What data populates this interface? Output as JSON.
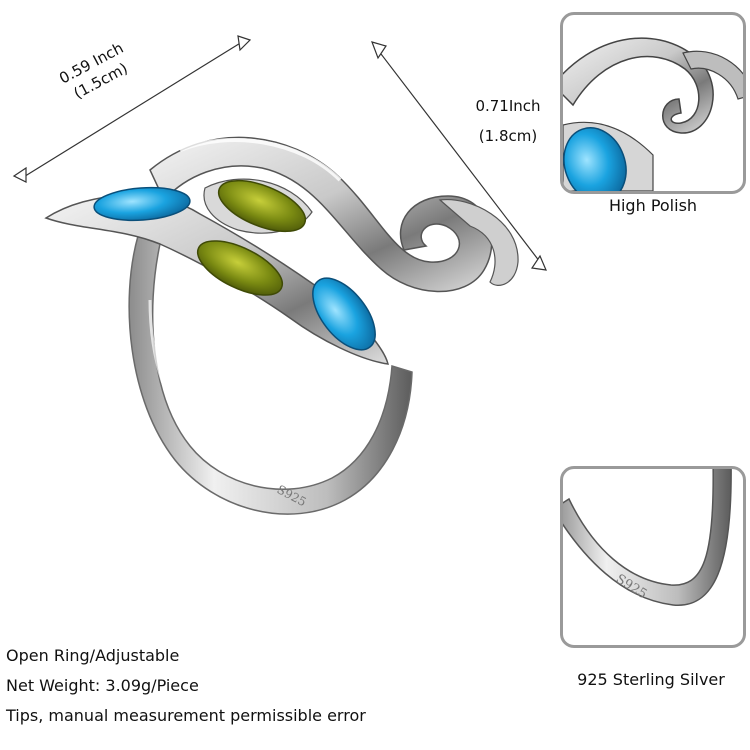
{
  "dimensions": {
    "width": {
      "inch": "0.59 Inch",
      "cm": "(1.5cm)"
    },
    "height": {
      "inch": "0.71Inch",
      "cm": "(1.8cm)"
    }
  },
  "stamp": "S925",
  "insets": {
    "polish": {
      "caption": "High Polish"
    },
    "silver": {
      "caption": "925 Sterling Silver",
      "stamp": "S925"
    }
  },
  "info": {
    "line1": "Open Ring/Adjustable",
    "line2": "Net Weight: 3.09g/Piece",
    "line3": "Tips, manual measurement permissible error"
  },
  "colors": {
    "silver_light": "#f2f2f2",
    "silver_mid": "#bdbdbd",
    "silver_dark": "#5c5c5c",
    "topaz_blue": "#1aa3e0",
    "peridot_green": "#7a8a12"
  }
}
